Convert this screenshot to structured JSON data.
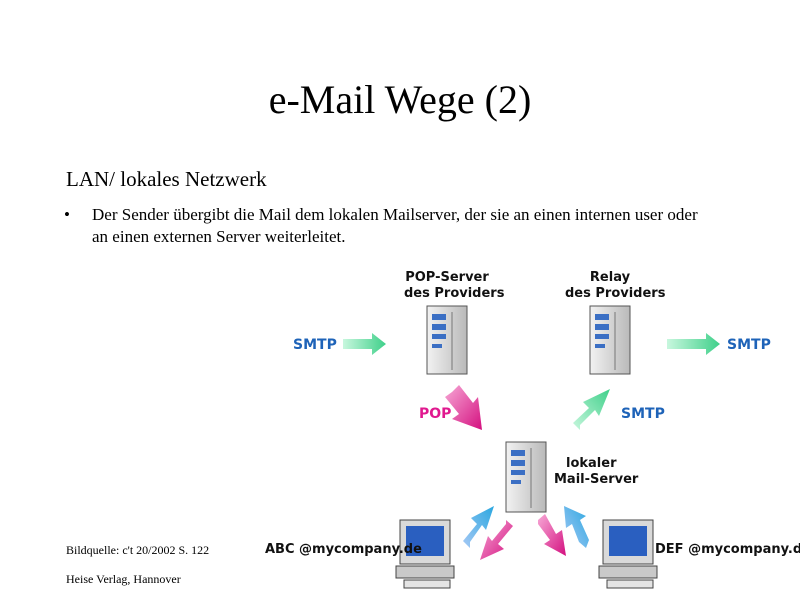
{
  "title": "e-Mail Wege (2)",
  "subtitle": "LAN/ lokales Netzwerk",
  "bullet": {
    "marker": "•",
    "line1": "Der Sender übergibt die Mail dem lokalen Mailserver, der sie an einen internen user oder",
    "line2": "an einen externen Server weiterleitet."
  },
  "diagram": {
    "pop_server": {
      "line1": "POP-Server",
      "line2": "des Providers"
    },
    "relay": {
      "line1": "Relay",
      "line2": "des Providers"
    },
    "local_server": {
      "line1": "lokaler",
      "line2": "Mail-Server"
    },
    "smtp_in": "SMTP",
    "smtp_out": "SMTP",
    "smtp_up": "SMTP",
    "pop": "POP",
    "client_left": "ABC @mycompany.de",
    "client_right": "DEF @mycompany.de",
    "colors": {
      "smtp": "#1e63b8",
      "pop": "#e0198f",
      "arrow_green": "#5fe0a0",
      "arrow_pink": "#e0198f"
    }
  },
  "source": {
    "line1": "Bildquelle: c't  20/2002 S. 122",
    "line2": "Heise Verlag, Hannover"
  }
}
